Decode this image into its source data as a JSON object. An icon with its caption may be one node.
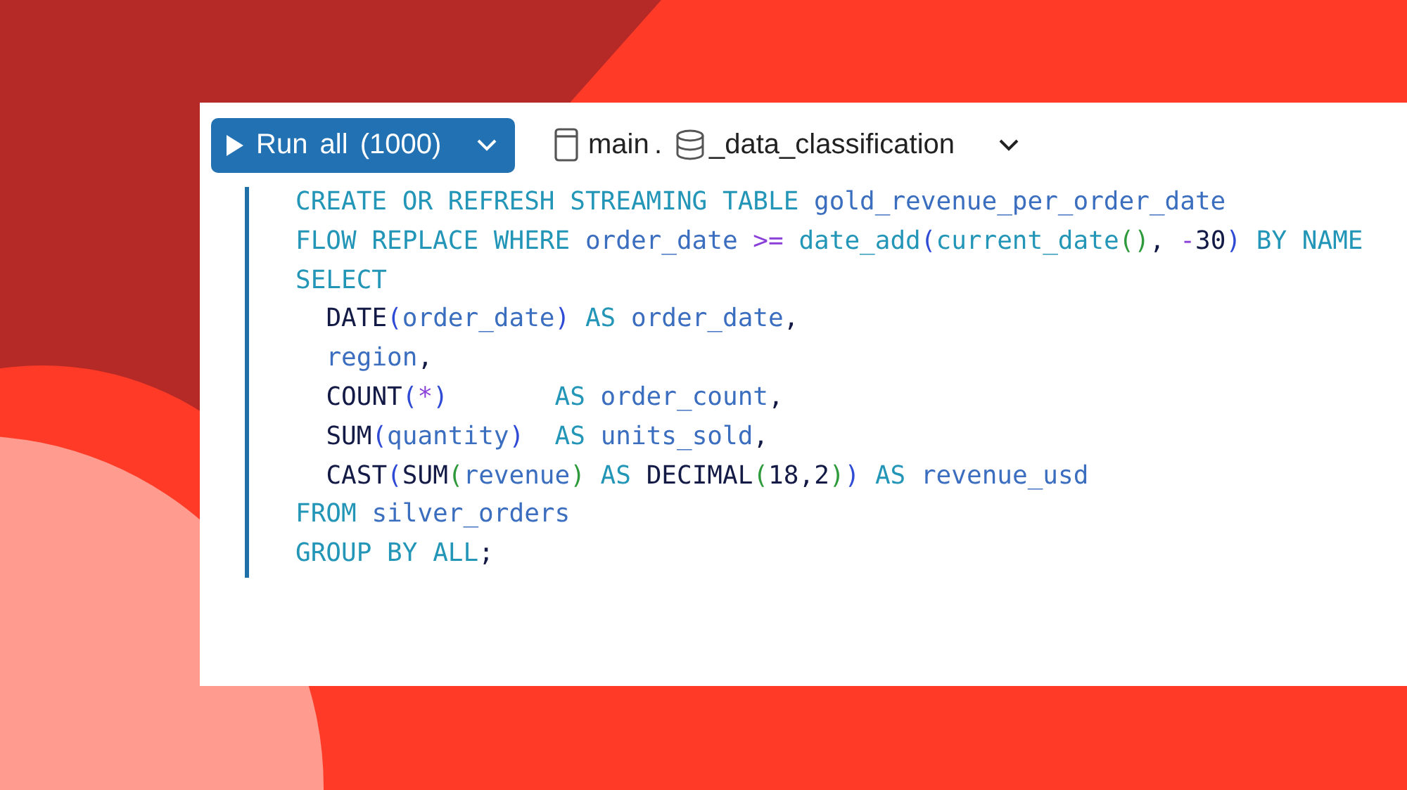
{
  "diagram": {
    "labels": [
      "Run all (1000)",
      "main",
      ".",
      "_data_classification",
      "CREATE OR REFRESH STREAMING TABLE gold_revenue_per_order_date",
      "FLOW REPLACE WHERE order_date >= date_add(current_date(), -30) BY NAME",
      "SELECT",
      "  DATE(order_date) AS order_date,",
      "  region,",
      "  COUNT(*)       AS order_count,",
      "  SUM(quantity)  AS units_sold,",
      "  CAST(SUM(revenue) AS DECIMAL(18,2)) AS revenue_usd",
      "FROM silver_orders",
      "GROUP BY ALL;"
    ]
  }
}
